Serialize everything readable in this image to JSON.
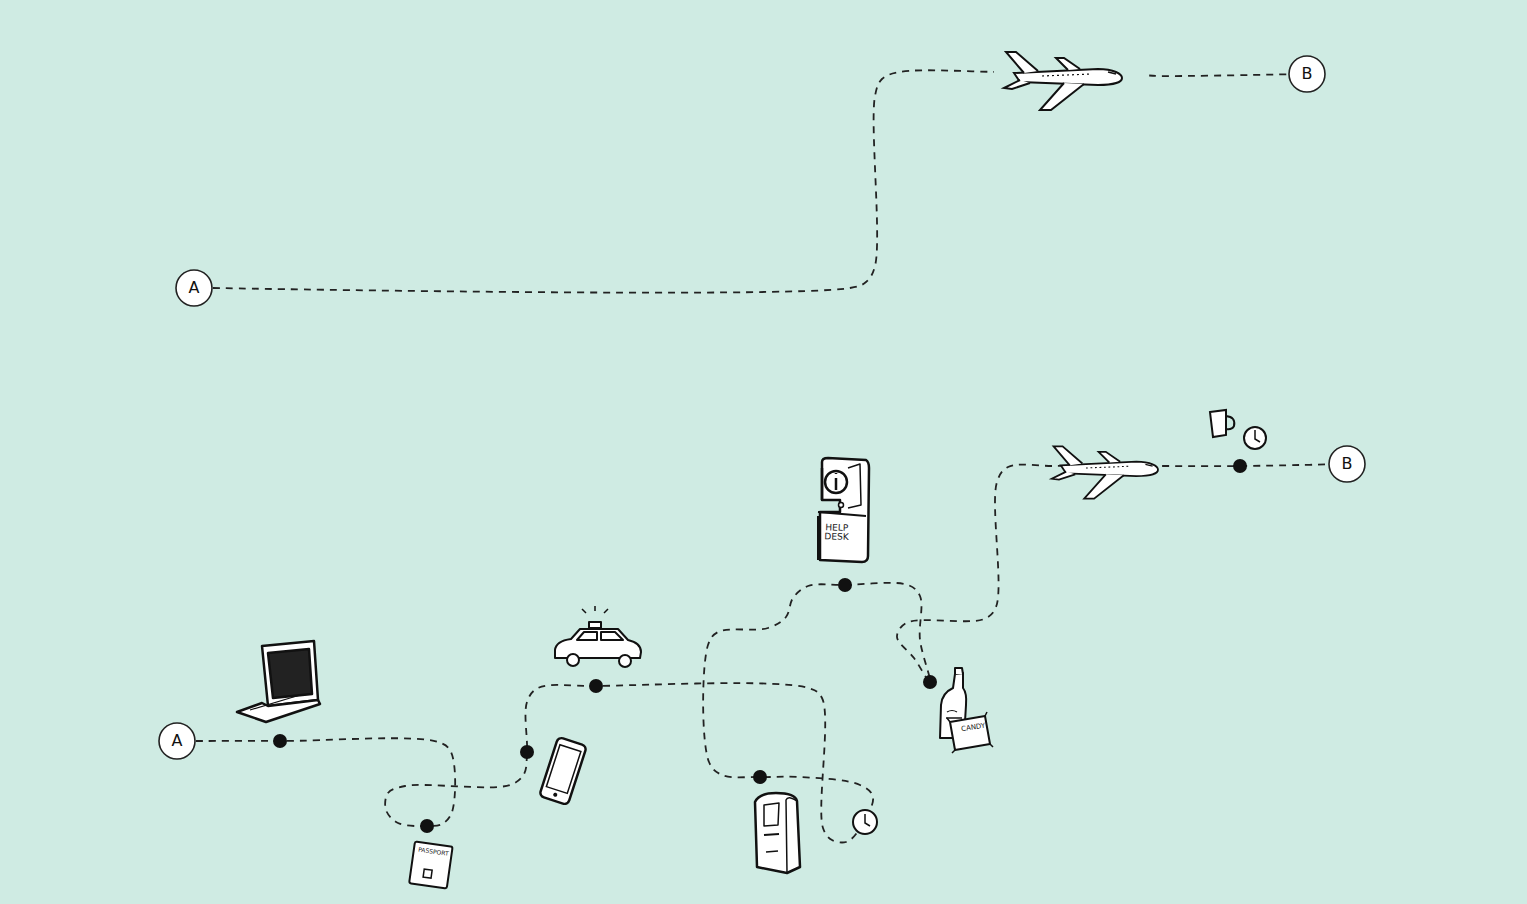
{
  "diagram": {
    "nodes": [
      {
        "text": [
          "A"
        ]
      },
      {
        "text": [
          "B"
        ]
      },
      {
        "text": [
          "A"
        ]
      },
      {
        "text": [
          "B"
        ]
      }
    ],
    "edges": [
      {
        "from": 0,
        "to": 1,
        "arrow": "none"
      },
      {
        "from": 2,
        "to": 3,
        "arrow": "none"
      }
    ],
    "labels": [
      "PASSPORT",
      "HELP DESK",
      "CANDY"
    ]
  }
}
